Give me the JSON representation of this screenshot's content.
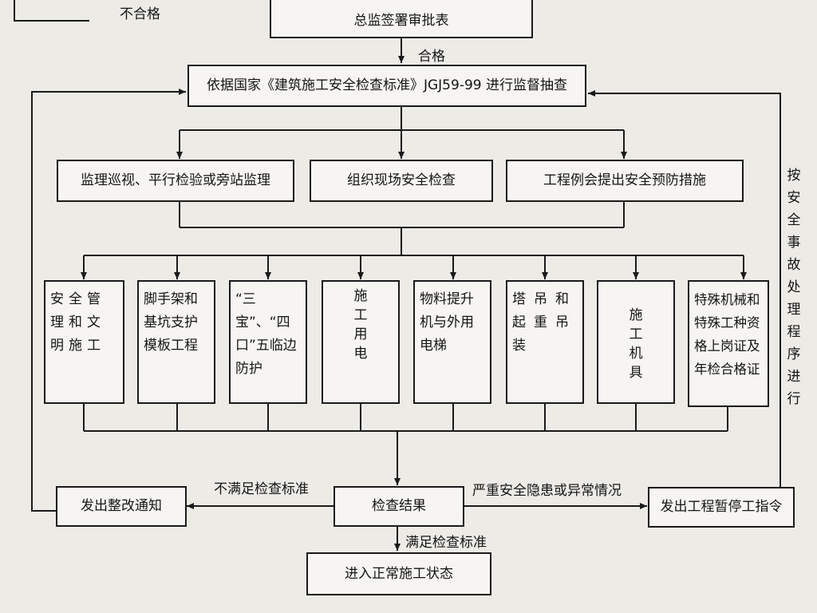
{
  "top": {
    "fail_label": "不合格",
    "approval_box": "总监签署审批表",
    "pass_label": "合格"
  },
  "main_box": "依据国家《建筑施工安全检查标准》JGJ59-99 进行监督抽查",
  "methods": [
    "监理巡视、平行检验或旁站监理",
    "组织现场安全检查",
    "工程例会提出安全预防措施"
  ],
  "categories": [
    "安全管理和文明施工",
    "脚手架和基坑支护模板工程",
    "“三宝”、“四口”五临边防护",
    "施工用电",
    "物料提升机与外用电梯",
    "塔吊和起重吊装",
    "施工机具",
    "特殊机械和特殊工种资格上岗证及年检合格证"
  ],
  "bottom": {
    "result_box": "检查结果",
    "rectify_box": "发出整改通知",
    "stop_box": "发出工程暂停工指令",
    "not_meet_label": "不满足检查标准",
    "serious_label": "严重安全隐患或异常情况",
    "meet_label": "满足检查标准",
    "normal_box": "进入正常施工状态"
  },
  "side_label": "按安全事故处理程序进行",
  "colors": {
    "background": "#ecebe6",
    "box_fill": "#f6f5f1",
    "line": "#1a1a1a"
  }
}
